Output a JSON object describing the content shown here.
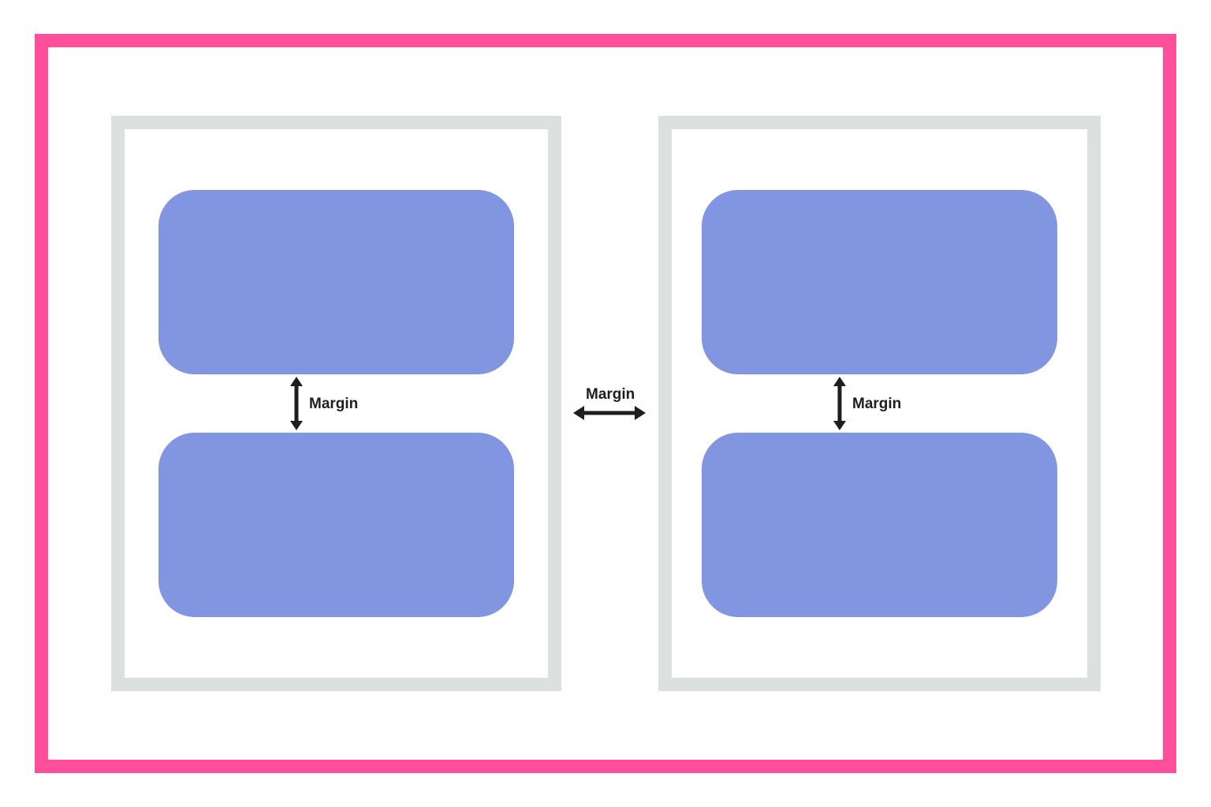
{
  "diagram": {
    "colors": {
      "outer_border": "#ff4f9b",
      "column_border": "#dce0de",
      "block_fill": "#8195e1",
      "arrow": "#1e1e1e"
    },
    "labels": {
      "left_vertical_margin": "Margin",
      "between_columns_margin": "Margin",
      "right_vertical_margin": "Margin"
    }
  }
}
